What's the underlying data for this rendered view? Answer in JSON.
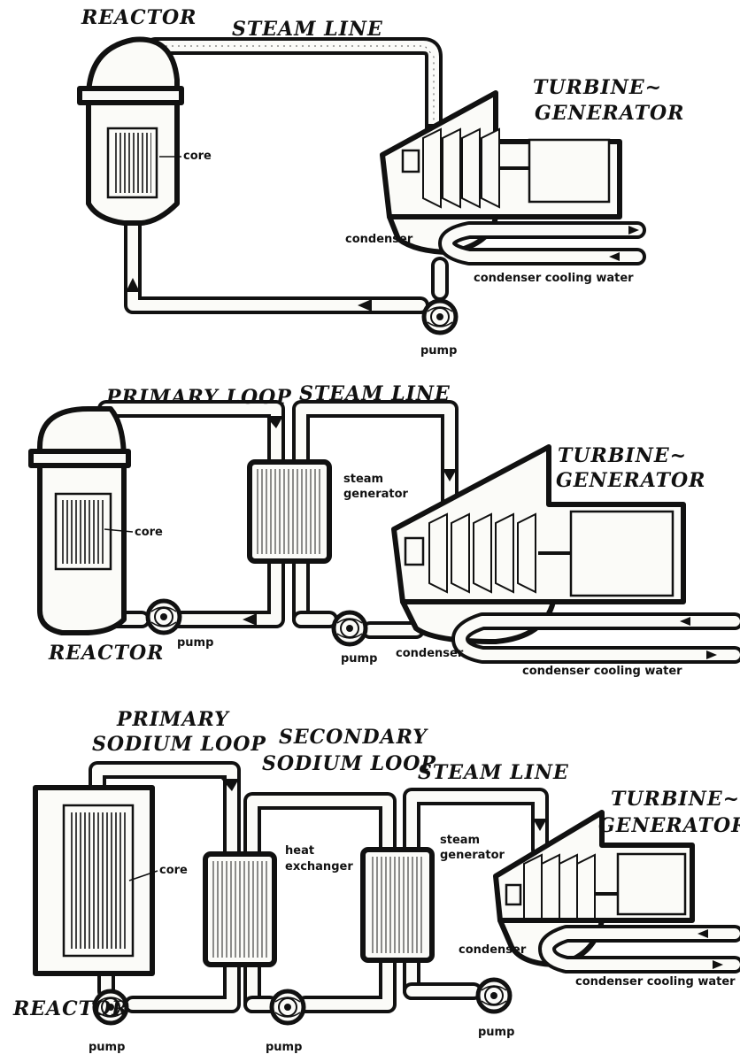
{
  "diagram_1": {
    "reactor_title": "REACTOR",
    "steam_line": "STEAM LINE",
    "turbine_line1": "TURBINE~",
    "turbine_line2": "GENERATOR",
    "core": "core",
    "condenser": "condenser",
    "cooling_water": "condenser cooling water",
    "pump": "pump"
  },
  "diagram_2": {
    "primary_loop": "PRIMARY LOOP",
    "steam_line": "STEAM LINE",
    "turbine_line1": "TURBINE~",
    "turbine_line2": "GENERATOR",
    "steam_gen_line1": "steam",
    "steam_gen_line2": "generator",
    "core": "core",
    "reactor_title": "REACTOR",
    "pump_primary": "pump",
    "pump_secondary": "pump",
    "condenser": "condenser",
    "cooling_water": "condenser cooling water"
  },
  "diagram_3": {
    "primary_line1": "PRIMARY",
    "primary_line2": "SODIUM LOOP",
    "secondary_line1": "SECONDARY",
    "secondary_line2": "SODIUM LOOP",
    "steam_line": "STEAM LINE",
    "turbine_line1": "TURBINE~",
    "turbine_line2": "GENERATOR",
    "core": "core",
    "heat_ex_line1": "heat",
    "heat_ex_line2": "exchanger",
    "steam_gen_line1": "steam",
    "steam_gen_line2": "generator",
    "condenser": "condenser",
    "cooling_water": "condenser cooling water",
    "reactor_title": "REACTOR",
    "pump_primary": "pump",
    "pump_secondary": "pump",
    "pump_steam": "pump"
  }
}
